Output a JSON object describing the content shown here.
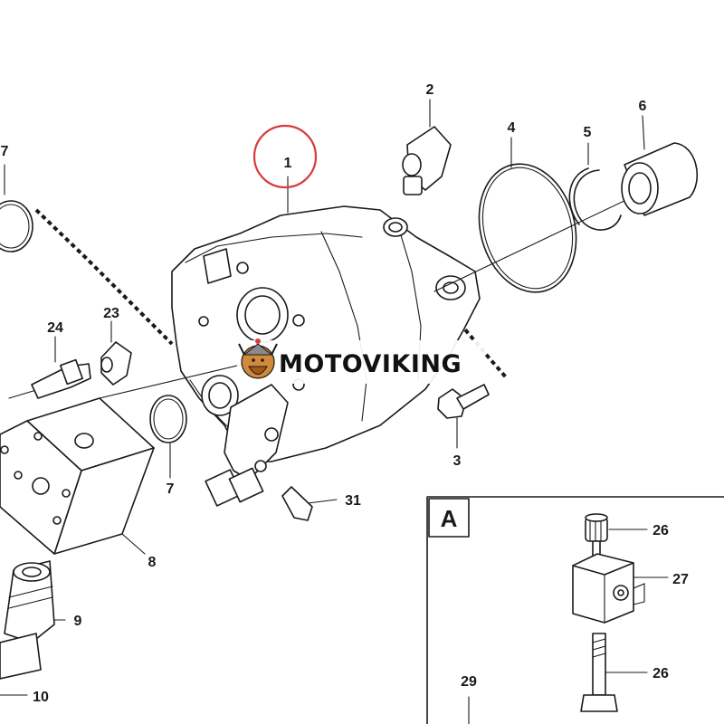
{
  "diagram": {
    "callouts": [
      "1",
      "2",
      "3",
      "4",
      "5",
      "6",
      "7",
      "7",
      "8",
      "9",
      "10",
      "23",
      "24",
      "31"
    ],
    "inset": {
      "letter": "A",
      "callouts": [
        "26",
        "27",
        "26",
        "29"
      ]
    },
    "highlight_color": "#d93a3a",
    "line_color": "#1a1a1a"
  },
  "watermark": {
    "text": "MOTOVIKING"
  }
}
